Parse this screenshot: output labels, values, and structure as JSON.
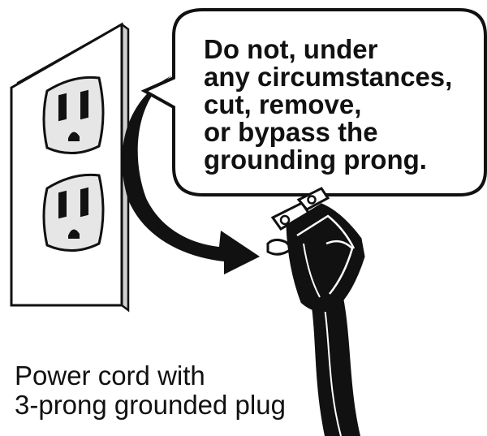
{
  "warning": {
    "lines": [
      "Do not, under",
      "any circumstances,",
      "cut, remove,",
      "or bypass the",
      "grounding prong."
    ]
  },
  "caption": {
    "lines": [
      "Power cord with",
      "3-prong grounded plug"
    ]
  },
  "colors": {
    "ink": "#111111",
    "outlet_face": "#e6e6e6",
    "background": "#ffffff"
  },
  "icons": [
    "wall-outlet-icon",
    "curved-arrow-icon",
    "three-prong-plug-icon"
  ]
}
